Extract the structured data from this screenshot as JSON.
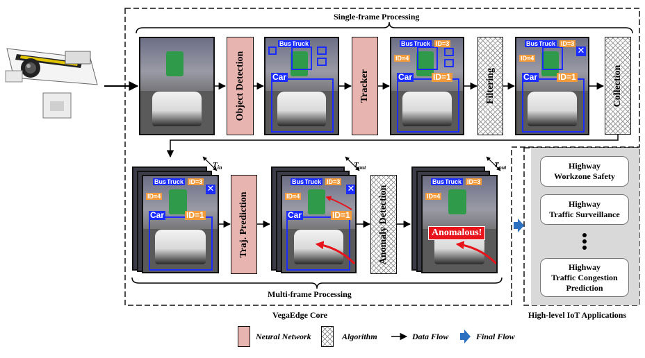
{
  "sections": {
    "single_frame": "Single-frame Processing",
    "multi_frame": "Multi-frame Processing",
    "core": "VegaEdge Core",
    "applications": "High-level IoT Applications"
  },
  "stages": {
    "object_detection": "Object Detection",
    "tracker": "Tracker",
    "filtering": "Filtering",
    "collection": "Collection",
    "traj_prediction": "Traj. Prediction",
    "anomaly_detection": "Anomaly Detection"
  },
  "frame_labels": {
    "car": "Car",
    "bus": "Bus",
    "truck": "Truck",
    "id1": "ID=1",
    "id3": "ID=3",
    "id4": "ID=4",
    "anomalous": "Anomalous!"
  },
  "windows": {
    "t_in_base": "T",
    "t_in_sub": "in",
    "t_out_base": "T",
    "t_out_sub": "out"
  },
  "applications": [
    {
      "line1": "Highway",
      "line2": "Workzone Safety",
      "line3": ""
    },
    {
      "line1": "Highway",
      "line2": "Traffic Surveillance",
      "line3": ""
    },
    {
      "line1": "Highway",
      "line2": "Traffic Congestion",
      "line3": "Prediction"
    }
  ],
  "legend": {
    "neural_network": "Neural Network",
    "algorithm": "Algorithm",
    "data_flow": "Data Flow",
    "final_flow": "Final Flow"
  },
  "colors": {
    "neural_network": "#e8b4b0",
    "bbox": "#1a2cff",
    "id_tag": "#f39a3a",
    "anomaly": "#e8141c",
    "final_flow": "#2a6fc0",
    "app_panel": "#d9d9d9"
  }
}
